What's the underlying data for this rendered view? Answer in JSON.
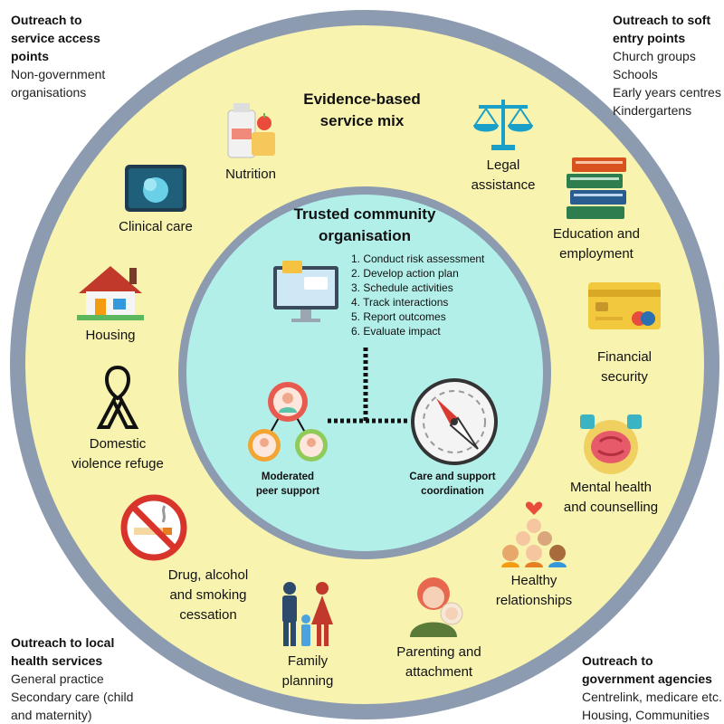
{
  "corners": {
    "top_left": {
      "heading": [
        "Outreach to",
        "service access",
        "points"
      ],
      "lines": [
        "Non-government",
        "organisations"
      ]
    },
    "top_right": {
      "heading": [
        "Outreach to soft",
        "entry points"
      ],
      "lines": [
        "Church groups",
        "Schools",
        "Early years centres",
        "Kindergartens"
      ]
    },
    "bottom_left": {
      "heading": [
        "Outreach to local",
        "health services"
      ],
      "lines": [
        "General practice",
        "Secondary care (child",
        "and maternity)"
      ]
    },
    "bottom_right": {
      "heading": [
        "Outreach to",
        "government agencies"
      ],
      "lines": [
        "Centrelink, medicare etc.",
        "Housing, Communities"
      ]
    }
  },
  "outer_ring": {
    "title": [
      "Evidence-based",
      "service mix"
    ],
    "services": {
      "nutrition": [
        "Nutrition"
      ],
      "clinical": [
        "Clinical care"
      ],
      "housing": [
        "Housing"
      ],
      "domestic": [
        "Domestic",
        "violence refuge"
      ],
      "drug": [
        "Drug, alcohol",
        "and smoking",
        "cessation"
      ],
      "family": [
        "Family",
        "planning"
      ],
      "parenting": [
        "Parenting and",
        "attachment"
      ],
      "relationships": [
        "Healthy",
        "relationships"
      ],
      "mental": [
        "Mental health",
        "and counselling"
      ],
      "financial": [
        "Financial",
        "security"
      ],
      "education": [
        "Education and",
        "employment"
      ],
      "legal": [
        "Legal",
        "assistance"
      ]
    }
  },
  "inner_circle": {
    "title": [
      "Trusted community",
      "organisation"
    ],
    "steps": [
      "1. Conduct risk assessment",
      "2. Develop action plan",
      "3. Schedule activities",
      "4. Track interactions",
      "5. Report outcomes",
      "6. Evaluate impact"
    ],
    "peer_support": [
      "Moderated",
      "peer support"
    ],
    "coordination": [
      "Care and support",
      "coordination"
    ]
  },
  "colors": {
    "ring": "#8c9bb0",
    "outer_fill": "#f8f4b0",
    "inner_fill": "#b3efe9"
  }
}
